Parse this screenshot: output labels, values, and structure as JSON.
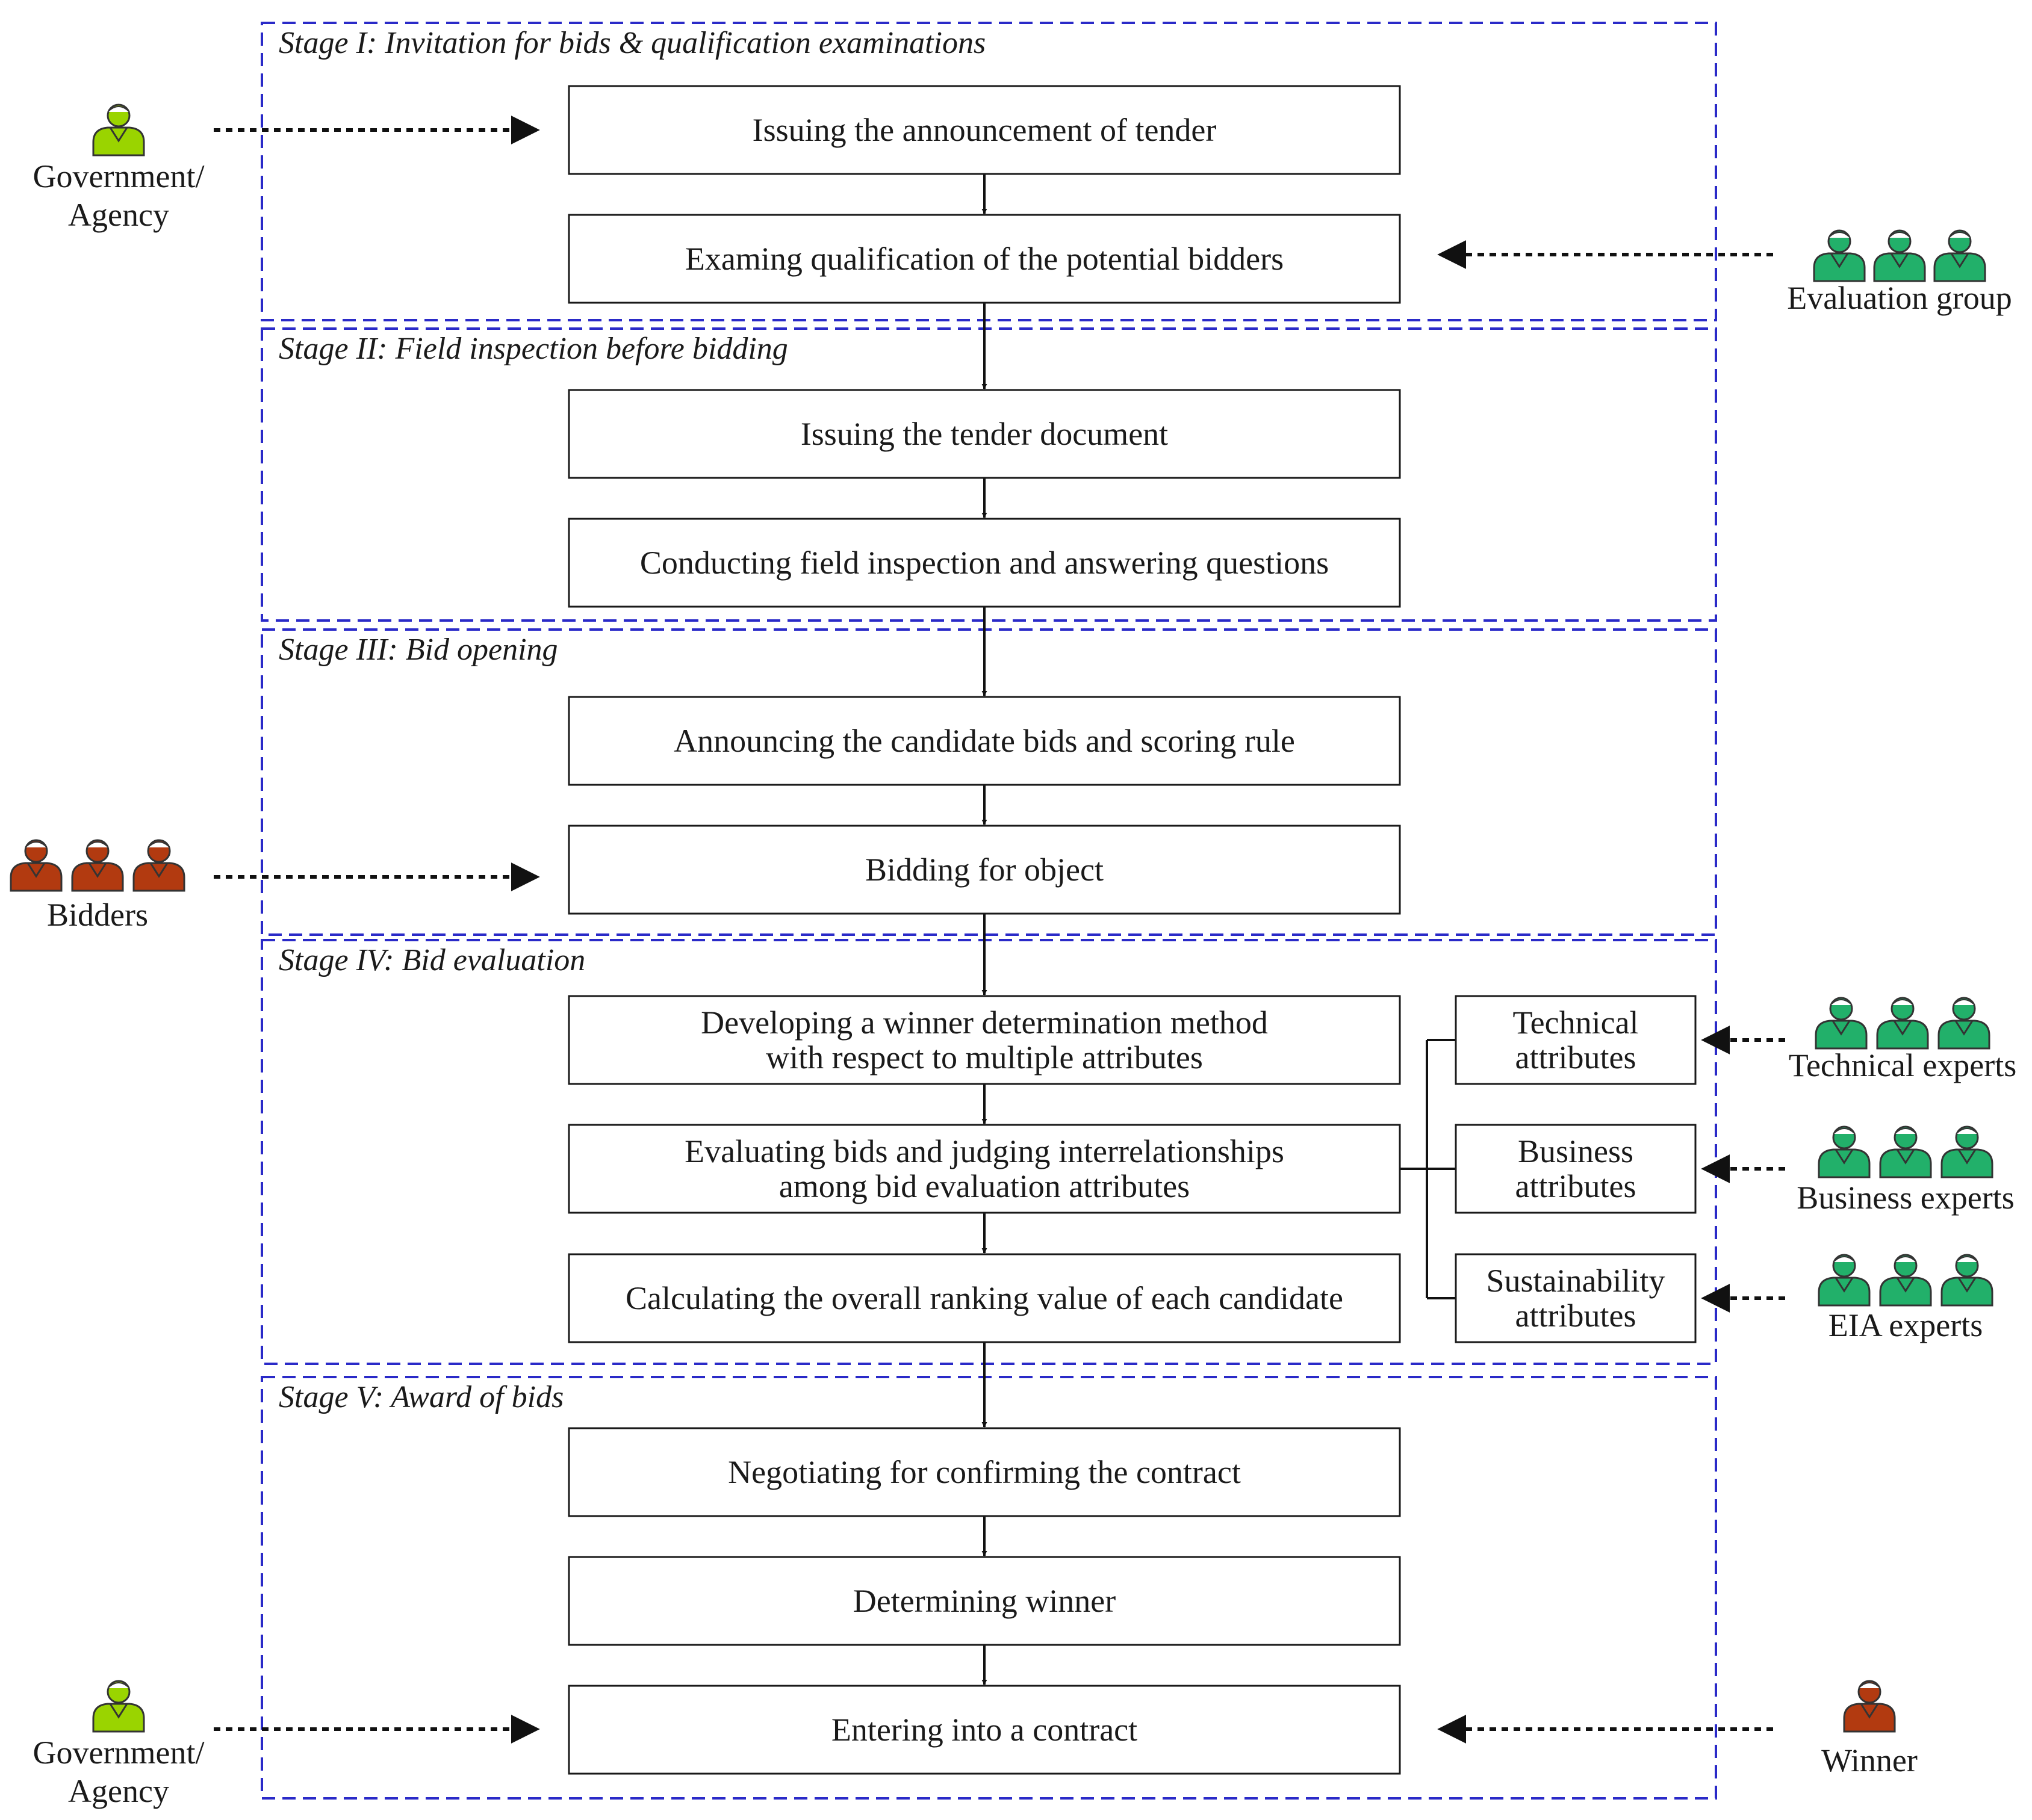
{
  "colors": {
    "stage_border": "#2a2ac8",
    "government": "#9ad400",
    "bidder": "#b23a10",
    "expert": "#22b06a"
  },
  "stages": [
    {
      "label": "Stage I: Invitation for bids & qualification examinations"
    },
    {
      "label": "Stage II: Field inspection before bidding"
    },
    {
      "label": "Stage III: Bid opening"
    },
    {
      "label": "Stage IV: Bid evaluation"
    },
    {
      "label": "Stage V: Award of bids"
    }
  ],
  "steps": [
    {
      "lines": [
        "Issuing the announcement of tender"
      ]
    },
    {
      "lines": [
        "Examing qualification of the potential bidders"
      ]
    },
    {
      "lines": [
        "Issuing the tender document"
      ]
    },
    {
      "lines": [
        "Conducting field inspection and answering questions"
      ]
    },
    {
      "lines": [
        "Announcing the candidate bids and scoring rule"
      ]
    },
    {
      "lines": [
        "Bidding for object"
      ]
    },
    {
      "lines": [
        "Developing a winner determination method",
        "with respect to multiple attributes"
      ]
    },
    {
      "lines": [
        "Evaluating bids and judging interrelationships",
        "among bid evaluation attributes"
      ]
    },
    {
      "lines": [
        "Calculating the overall ranking value of each candidate"
      ]
    },
    {
      "lines": [
        "Negotiating for confirming the contract"
      ]
    },
    {
      "lines": [
        "Determining winner"
      ]
    },
    {
      "lines": [
        "Entering into a contract"
      ]
    }
  ],
  "attributes": [
    {
      "lines": [
        "Technical",
        "attributes"
      ]
    },
    {
      "lines": [
        "Business",
        "attributes"
      ]
    },
    {
      "lines": [
        "Sustainability",
        "attributes"
      ]
    }
  ],
  "actors": [
    {
      "lines": [
        "Government/",
        "Agency"
      ],
      "icon": "person-icon",
      "kind": "government",
      "count": 1
    },
    {
      "lines": [
        "Evaluation group"
      ],
      "icon": "person-icon",
      "kind": "expert",
      "count": 3
    },
    {
      "lines": [
        "Bidders"
      ],
      "icon": "person-icon",
      "kind": "bidder",
      "count": 3
    },
    {
      "lines": [
        "Technical experts"
      ],
      "icon": "person-icon",
      "kind": "expert",
      "count": 3
    },
    {
      "lines": [
        "Business experts"
      ],
      "icon": "person-icon",
      "kind": "expert",
      "count": 3
    },
    {
      "lines": [
        "EIA experts"
      ],
      "icon": "person-icon",
      "kind": "expert",
      "count": 3
    },
    {
      "lines": [
        "Government/",
        "Agency"
      ],
      "icon": "person-icon",
      "kind": "government",
      "count": 1
    },
    {
      "lines": [
        "Winner"
      ],
      "icon": "person-icon",
      "kind": "bidder",
      "count": 1
    }
  ]
}
